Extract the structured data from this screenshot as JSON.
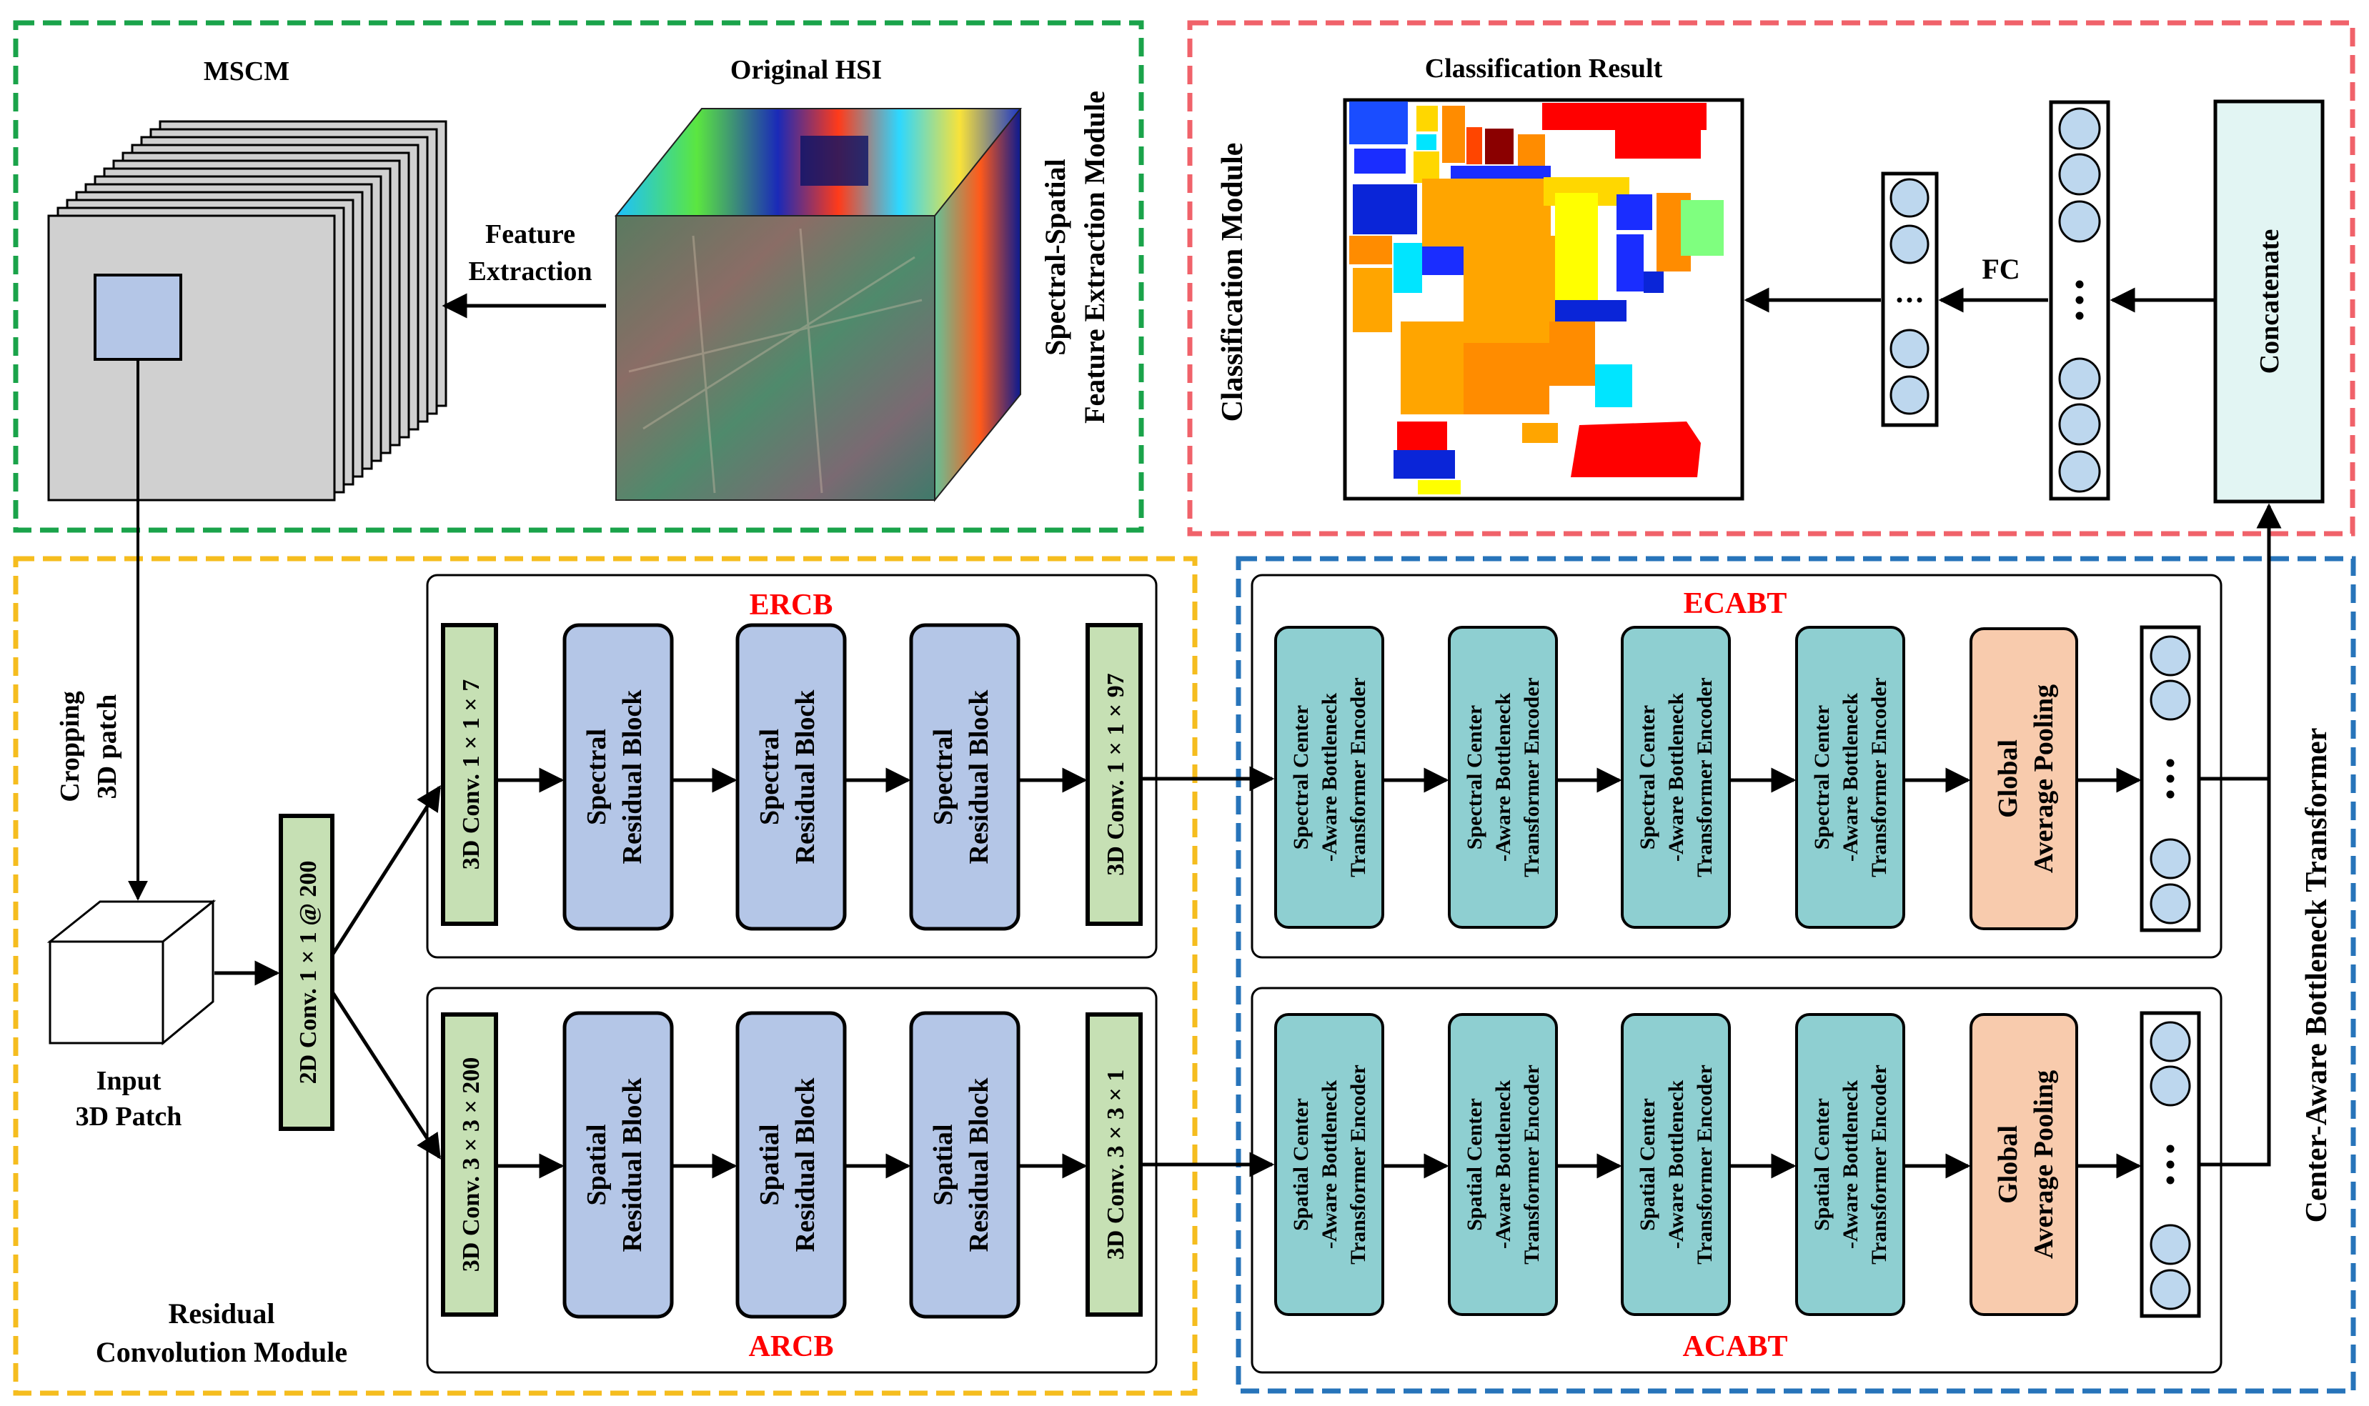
{
  "modules": {
    "spectral_spatial": "Spectral-Spatial",
    "feature_extraction_module": "Feature Extraction Module",
    "classification": "Classification Module",
    "residual_line1": "Residual",
    "residual_line2": "Convolution Module",
    "cabt": "Center-Aware Bottleneck Transformer"
  },
  "top": {
    "mscm": "MSCM",
    "original_hsi": "Original HSI",
    "feature_line1": "Feature",
    "feature_line2": "Extraction",
    "classification_result": "Classification Result",
    "fc": "FC",
    "concatenate": "Concatenate"
  },
  "input": {
    "crop_line1": "Cropping",
    "crop_line2": "3D patch",
    "patch_line1": "Input",
    "patch_line2": "3D Patch",
    "conv2d": "2D Conv. 1 × 1 @ 200"
  },
  "ercb": {
    "title": "ERCB",
    "conv_in": "3D Conv. 1 × 1 × 7",
    "block_line1": "Spectral",
    "block_line2": "Residual Block",
    "conv_out": "3D Conv. 1 × 1 × 97"
  },
  "arcb": {
    "title": "ARCB",
    "conv_in": "3D Conv. 3 × 3 × 200",
    "block_line1": "Spatial",
    "block_line2": "Residual Block",
    "conv_out": "3D Conv. 3 × 3 × 1"
  },
  "ecabt": {
    "title": "ECABT",
    "enc_line1": "Spectral Center",
    "enc_line2": "-Aware Bottleneck",
    "enc_line3": "Transformer Encoder",
    "gap_line1": "Global",
    "gap_line2": "Average Pooling"
  },
  "acabt": {
    "title": "ACABT",
    "enc_line1": "Spatial Center",
    "enc_line2": "-Aware Bottleneck",
    "enc_line3": "Transformer Encoder",
    "gap_line1": "Global",
    "gap_line2": "Average Pooling"
  },
  "colors": {
    "green_dash": "#1aa34a",
    "red_dash": "#f0626a",
    "yellow_dash": "#f5bd1f",
    "blue_dash": "#2774ba",
    "red_title": "#ff0000",
    "conv_green": "#c6e0b4",
    "residual_blue": "#b4c6e7",
    "transformer_teal": "#8ecfd1",
    "pooling_orange": "#f8cbad",
    "neuron_blue": "#bdd7ee",
    "concat_teal": "#e2f5f3"
  }
}
